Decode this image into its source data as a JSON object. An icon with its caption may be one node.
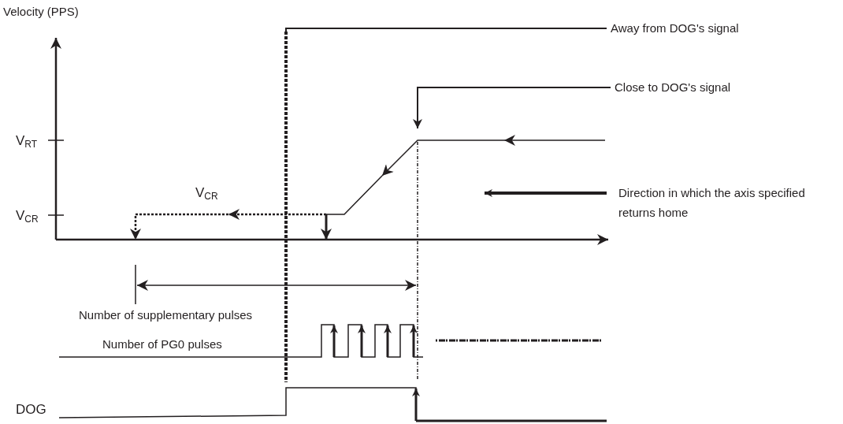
{
  "diagram": {
    "nodes": [
      {
        "text": [
          "Away from DOG's signal"
        ]
      },
      {
        "text": [
          "Close to DOG's signal"
        ]
      },
      {
        "text": [],
        "shape": "picture"
      }
    ],
    "edges": [
      {
        "from": 0,
        "to": null,
        "arrow": "none"
      },
      {
        "from": 1,
        "to": 2,
        "arrow": "to"
      }
    ],
    "labels": [
      "Velocity (PPS)",
      "V$_{RT}$",
      "V$_{CR}$",
      "V$_{CR}$",
      "Direction in which the axis specified returns home",
      "Number of supplementary pulses",
      "Number of PG0 pulses",
      "DOG"
    ]
  }
}
